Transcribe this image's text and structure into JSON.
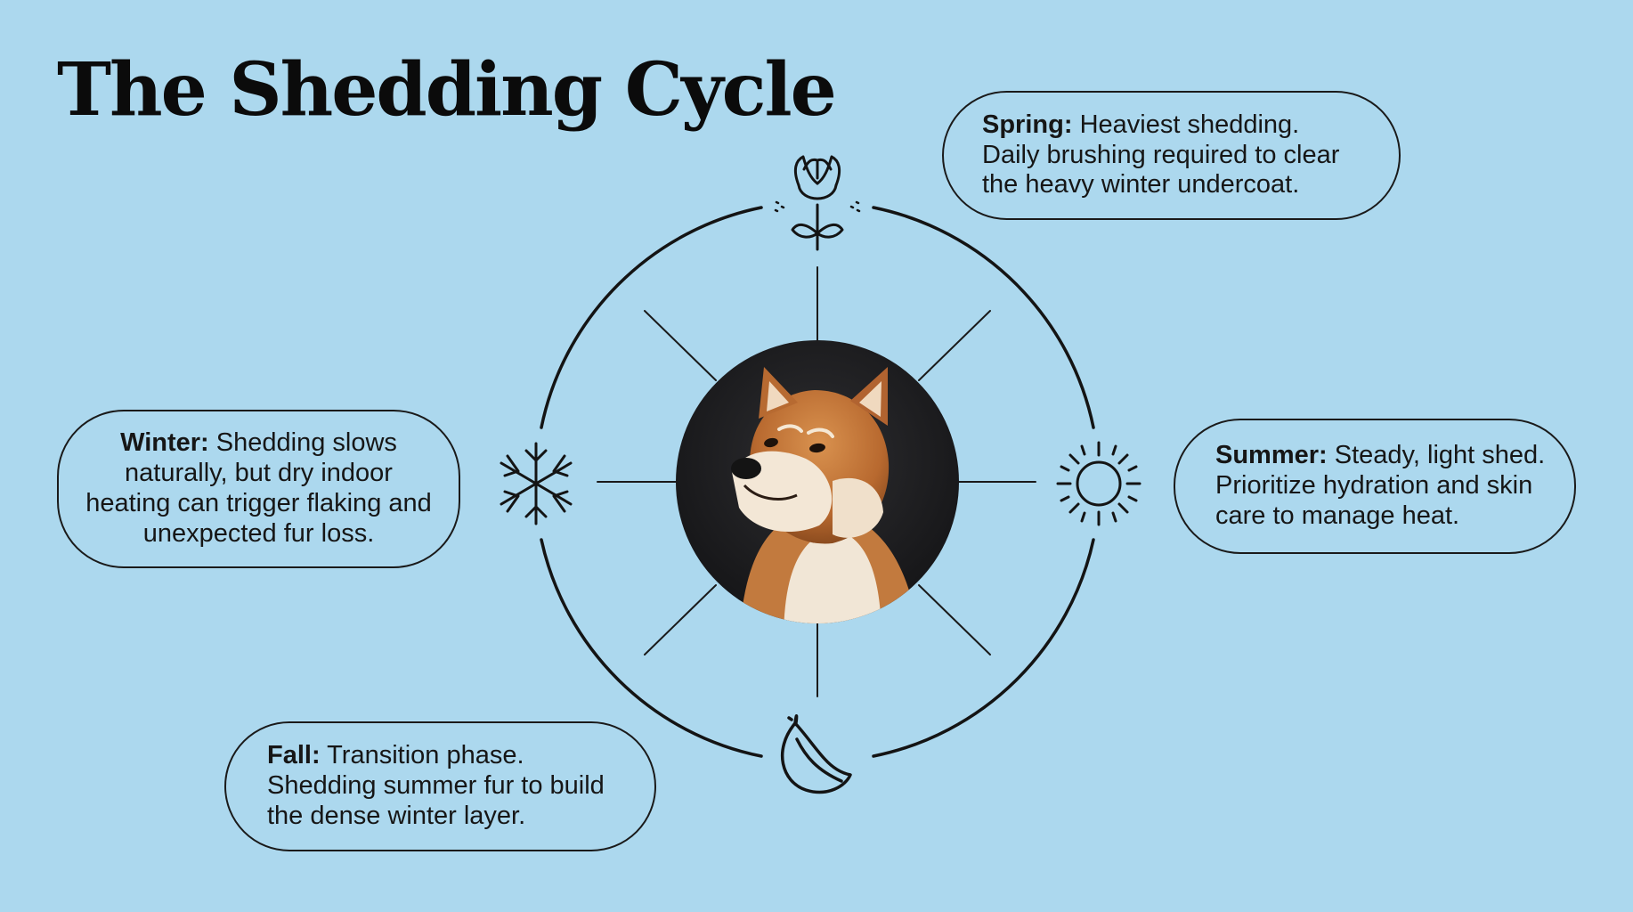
{
  "title": "The Shedding Cycle",
  "seasons": {
    "spring": {
      "label": "Spring:",
      "text": "Heaviest shedding. Daily brushing required to clear the heavy winter undercoat.",
      "icon": "flower-icon"
    },
    "summer": {
      "label": "Summer:",
      "text": "Steady, light shed. Prioritize hydration and skin care to manage heat.",
      "icon": "sun-icon"
    },
    "winter": {
      "label": "Winter:",
      "text": "Shedding slows naturally, but dry indoor heating can trigger flaking and unexpected fur loss.",
      "icon": "snowflake-icon"
    },
    "fall": {
      "label": "Fall:",
      "text": "Transition phase. Shedding summer fur to build the dense winter layer.",
      "icon": "leaf-icon"
    }
  },
  "center_image": "shiba-inu-dog-portrait",
  "colors": {
    "background": "#acd8ee",
    "ink": "#111111",
    "portrait_background": "#1f1f21",
    "dog_coat": "#c27a3e"
  }
}
